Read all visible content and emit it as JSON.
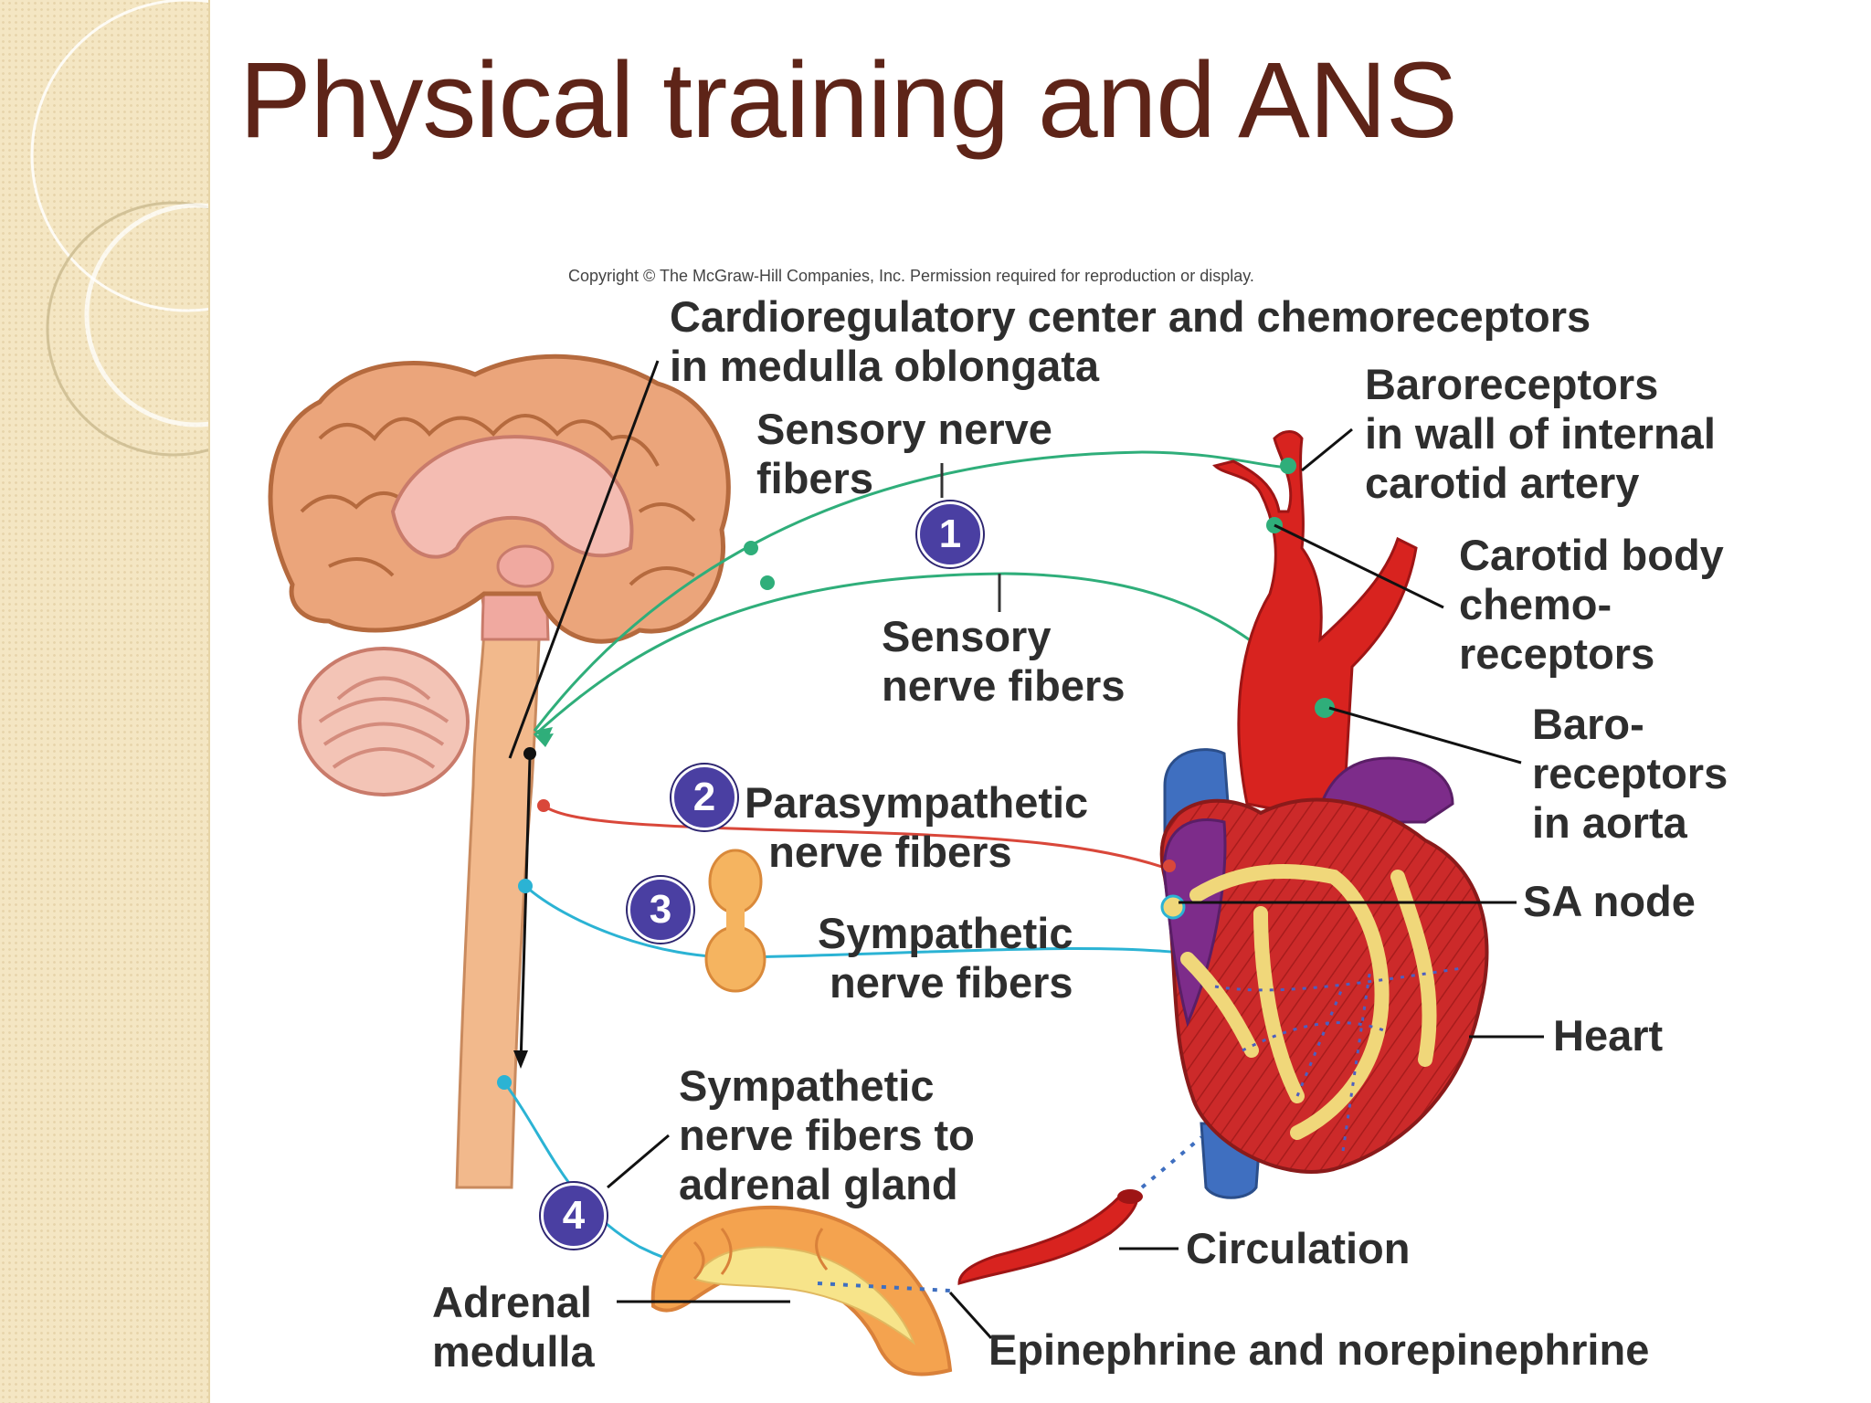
{
  "slide": {
    "title": "Physical training and ANS"
  },
  "figure": {
    "copyright": "Copyright © The McGraw-Hill Companies, Inc. Permission required for reproduction or display.",
    "labels": {
      "cardioregulatory": "Cardioregulatory center and chemoreceptors\nin medulla oblongata",
      "sensory_top": "Sensory nerve\nfibers",
      "sensory_mid": "Sensory\nnerve fibers",
      "baroreceptors_carotid": "Baroreceptors\nin wall of internal\ncarotid artery",
      "carotid_body": "Carotid body\nchemo-\nreceptors",
      "baroreceptors_aorta": "Baro-\nreceptors\nin aorta",
      "parasympathetic": "Parasympathetic\n  nerve fibers",
      "sympathetic": "Sympathetic\n nerve fibers",
      "sa_node": "SA node",
      "heart": "Heart",
      "sympathetic_adrenal": "Sympathetic\nnerve fibers to\nadrenal gland",
      "circulation": "Circulation",
      "adrenal_medulla": "Adrenal\nmedulla",
      "epinephrine": "Epinephrine and norepinephrine"
    },
    "steps": [
      "1",
      "2",
      "3",
      "4"
    ],
    "colors": {
      "title": "#5e2418",
      "sensory_nerve": "#2fae7a",
      "parasympathetic_nerve": "#d9473a",
      "sympathetic_nerve": "#2bb3d4",
      "step_badge": "#4a3fa2",
      "artery": "#d8231f",
      "vein": "#3f6fc0",
      "brain": "#eba57b"
    }
  }
}
